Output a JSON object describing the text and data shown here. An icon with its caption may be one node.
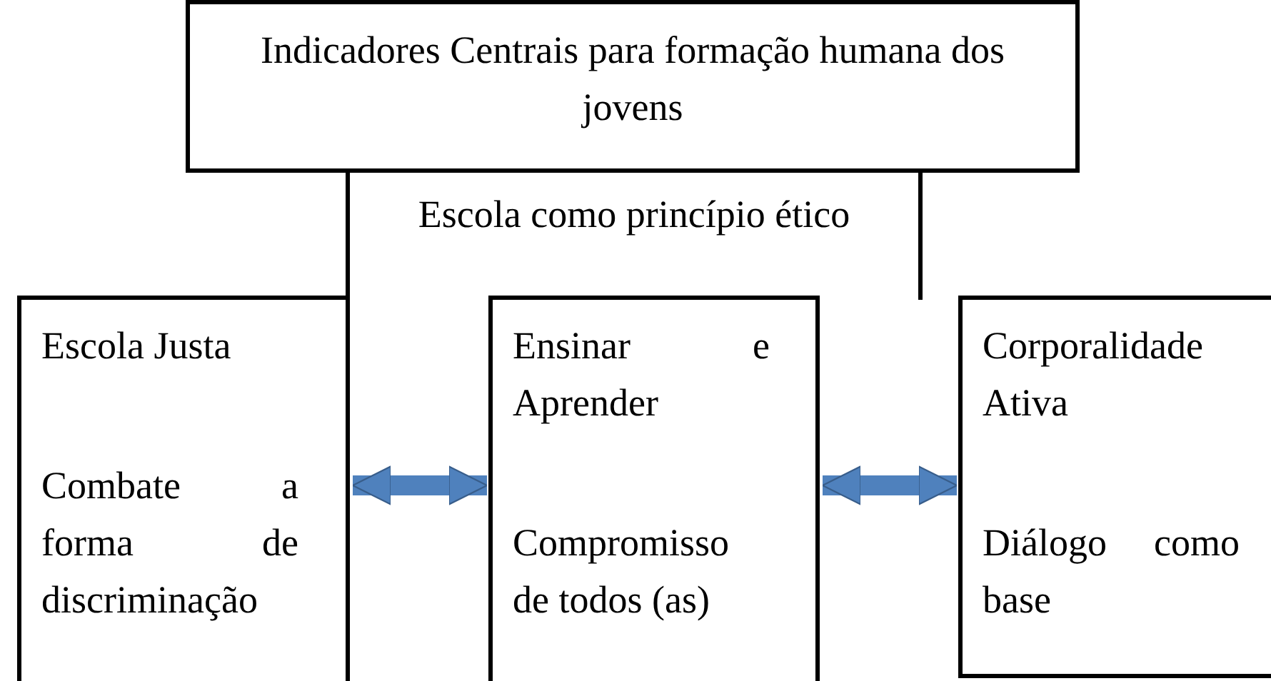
{
  "diagram": {
    "nodes": [
      {
        "text": [
          "Indicadores Centrais para formação humana dos jovens"
        ]
      },
      {
        "text": [
          "Escola como princípio ético"
        ]
      },
      {
        "text": [
          "Escola Justa",
          "Combate a forma de discriminação"
        ]
      },
      {
        "text": [
          "Ensinar e Aprender",
          "Compromisso de todos (as)"
        ]
      },
      {
        "text": [
          "Corporalidade Ativa",
          "Diálogo como base"
        ]
      }
    ],
    "edges": [
      {
        "from": 2,
        "to": 3,
        "arrow": "both",
        "color": "#4f81bd"
      },
      {
        "from": 3,
        "to": 4,
        "arrow": "both",
        "color": "#4f81bd"
      }
    ]
  }
}
